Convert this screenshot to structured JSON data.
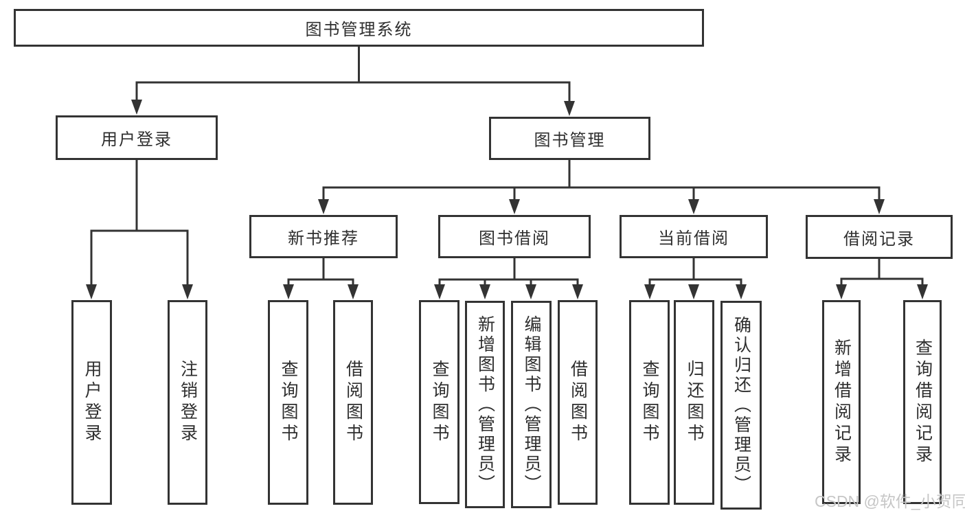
{
  "diagram": {
    "root": {
      "label": "图书管理系统"
    },
    "level2": [
      {
        "id": "user-login",
        "label": "用户登录"
      },
      {
        "id": "book-mgmt",
        "label": "图书管理"
      }
    ],
    "level3": [
      {
        "id": "new-book-rec",
        "label": "新书推荐"
      },
      {
        "id": "book-borrow",
        "label": "图书借阅"
      },
      {
        "id": "current-borrow",
        "label": "当前借阅"
      },
      {
        "id": "borrow-record",
        "label": "借阅记录"
      }
    ],
    "leaves": {
      "userLogin": [
        {
          "label": "用户登录"
        },
        {
          "label": "注销登录"
        }
      ],
      "newBookRec": [
        {
          "label": "查询图书"
        },
        {
          "label": "借阅图书"
        }
      ],
      "bookBorrow": [
        {
          "label": "查询图书"
        },
        {
          "label": "新增图书（管理员）"
        },
        {
          "label": "编辑图书（管理员）"
        },
        {
          "label": "借阅图书"
        }
      ],
      "currentBorrow": [
        {
          "label": "查询图书"
        },
        {
          "label": "归还图书"
        },
        {
          "label": "确认归还（管理员）"
        }
      ],
      "borrowRecord": [
        {
          "label": "新增借阅记录"
        },
        {
          "label": "查询借阅记录"
        }
      ]
    }
  },
  "watermark": {
    "text": "CSDN @软件_小贺同学",
    "color": "#c6c6c6"
  },
  "colors": {
    "line": "#333333",
    "text": "#2e2e2e",
    "box_background": "#ffffff",
    "page_background": "#ffffff",
    "watermark": "#c6c6c6"
  }
}
